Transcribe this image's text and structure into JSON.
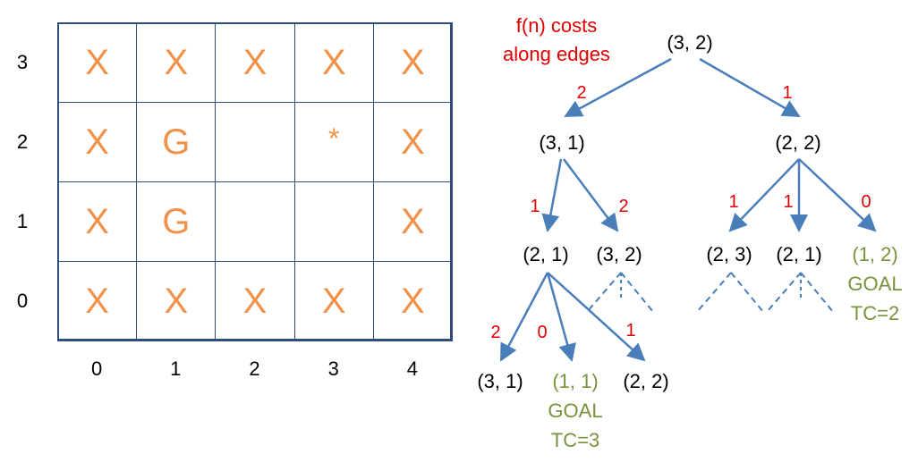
{
  "grid": {
    "cols": 5,
    "rows": 4,
    "row_labels": [
      "3",
      "2",
      "1",
      "0"
    ],
    "col_labels": [
      "0",
      "1",
      "2",
      "3",
      "4"
    ],
    "cells": [
      [
        "X",
        "X",
        "X",
        "X",
        "X"
      ],
      [
        "X",
        "G",
        "",
        "*",
        "X"
      ],
      [
        "X",
        "G",
        "",
        "",
        "X"
      ],
      [
        "X",
        "X",
        "X",
        "X",
        "X"
      ]
    ]
  },
  "tree": {
    "caption_line1": "f(n) costs",
    "caption_line2": "along edges",
    "nodes": [
      {
        "id": "root",
        "label": "(3, 2)",
        "goal": false
      },
      {
        "id": "n31a",
        "label": "(3, 1)",
        "goal": false
      },
      {
        "id": "n22a",
        "label": "(2, 2)",
        "goal": false
      },
      {
        "id": "n21a",
        "label": "(2, 1)",
        "goal": false
      },
      {
        "id": "n32",
        "label": "(3, 2)",
        "goal": false
      },
      {
        "id": "n23",
        "label": "(2, 3)",
        "goal": false
      },
      {
        "id": "n21b",
        "label": "(2, 1)",
        "goal": false
      },
      {
        "id": "n12",
        "label": "(1, 2)",
        "goal": true,
        "goal_label": "GOAL",
        "tc_label": "TC=2"
      },
      {
        "id": "n31b",
        "label": "(3, 1)",
        "goal": false
      },
      {
        "id": "n11",
        "label": "(1, 1)",
        "goal": true,
        "goal_label": "GOAL",
        "tc_label": "TC=3"
      },
      {
        "id": "n22b",
        "label": "(2, 2)",
        "goal": false
      }
    ],
    "edges": [
      {
        "from": "root",
        "to": "n31a",
        "cost": "2"
      },
      {
        "from": "root",
        "to": "n22a",
        "cost": "1"
      },
      {
        "from": "n31a",
        "to": "n21a",
        "cost": "1"
      },
      {
        "from": "n31a",
        "to": "n32",
        "cost": "2"
      },
      {
        "from": "n22a",
        "to": "n23",
        "cost": "1"
      },
      {
        "from": "n22a",
        "to": "n21b",
        "cost": "1"
      },
      {
        "from": "n22a",
        "to": "n12",
        "cost": "0"
      },
      {
        "from": "n21a",
        "to": "n31b",
        "cost": "2"
      },
      {
        "from": "n21a",
        "to": "n11",
        "cost": "0"
      },
      {
        "from": "n21a",
        "to": "n22b",
        "cost": "1"
      }
    ],
    "unexpanded": [
      "n32",
      "n23",
      "n21b"
    ]
  },
  "colors": {
    "grid_line": "#2e4d7a",
    "grid_symbol": "#f0924a",
    "edge": "#4a7ebb",
    "cost": "#e00000",
    "goal": "#77933c",
    "node": "#000000"
  }
}
